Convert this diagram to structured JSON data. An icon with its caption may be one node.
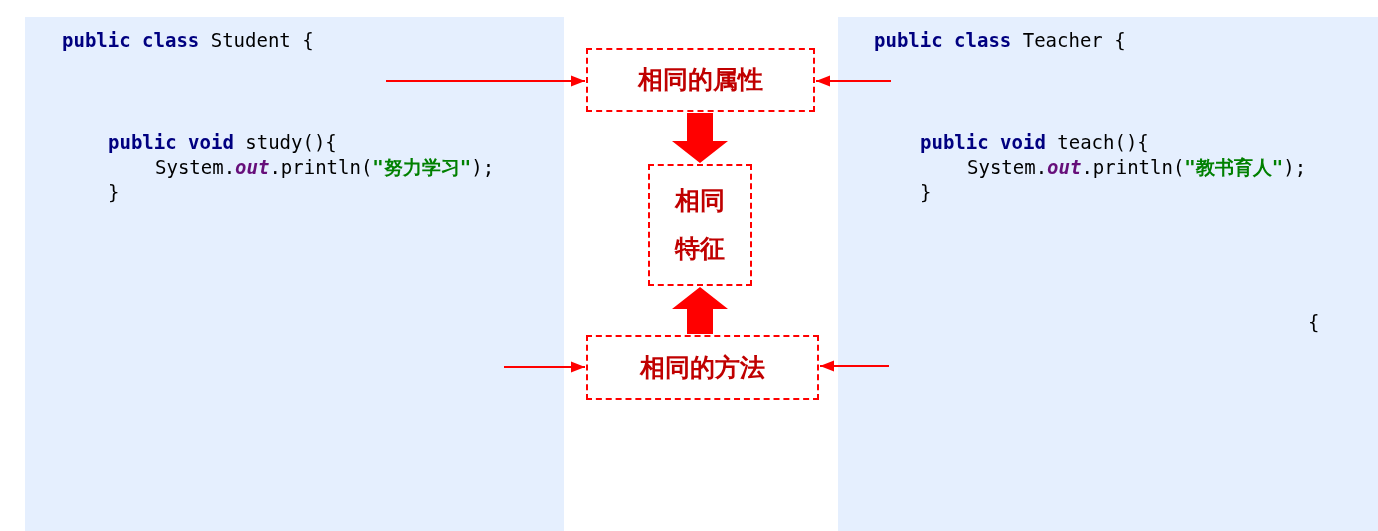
{
  "diagram": {
    "nodes": [
      {
        "text": [
          "**public** **class** Student {",
          "**public** **void** study(){",
          "System.*out*.println(\"努力学习\");",
          "}"
        ]
      },
      {
        "text": [
          "**public** **class** Teacher {",
          "**public** **void** teach(){",
          "System.*out*.println(\"教书育人\");",
          "}",
          "{"
        ]
      },
      {
        "text": [
          "相同的属性"
        ]
      },
      {
        "text": [
          "相同特征"
        ]
      },
      {
        "text": [
          "相同的方法"
        ]
      }
    ],
    "edges": [
      {
        "from": 0,
        "to": 2,
        "arrow": "to"
      },
      {
        "from": 1,
        "to": 2,
        "arrow": "to"
      },
      {
        "from": 2,
        "to": 3,
        "arrow": "to",
        "style": "thick"
      },
      {
        "from": 4,
        "to": 3,
        "arrow": "to",
        "style": "thick"
      },
      {
        "from": 0,
        "to": 4,
        "arrow": "to"
      },
      {
        "from": 1,
        "to": 4,
        "arrow": "to"
      }
    ]
  }
}
